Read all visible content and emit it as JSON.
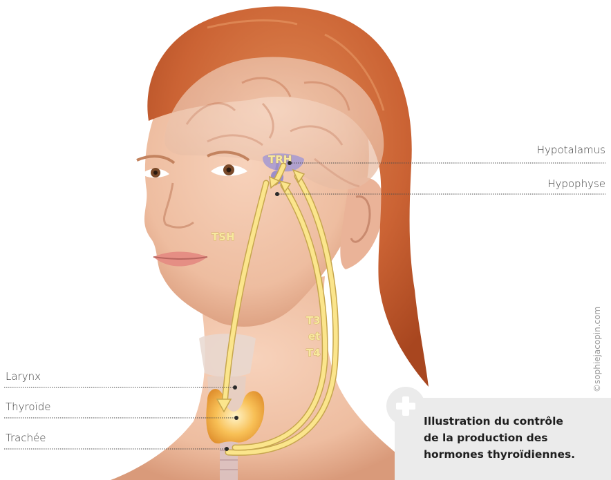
{
  "labels": {
    "hypotalamus": "Hypotalamus",
    "hypophyse": "Hypophyse",
    "larynx": "Larynx",
    "thyroide": "Thyroïde",
    "trachee": "Trachée"
  },
  "hormones": {
    "trh": "TRH",
    "tsh": "TSH",
    "t3": "T3",
    "et": "et",
    "t4": "T4"
  },
  "credit": "©sophiejacopin.com",
  "caption": {
    "line1": "Illustration du contrôle",
    "line2": "de la production des",
    "line3": "hormones thyroïdiennes."
  },
  "colors": {
    "hair": "#cf6a3a",
    "skin": "#f2c2a6",
    "arrow": "#fbe58c",
    "gland": "#9a8dc4",
    "thyroid": "#f6b04a",
    "caption_bg": "#ebebeb"
  }
}
